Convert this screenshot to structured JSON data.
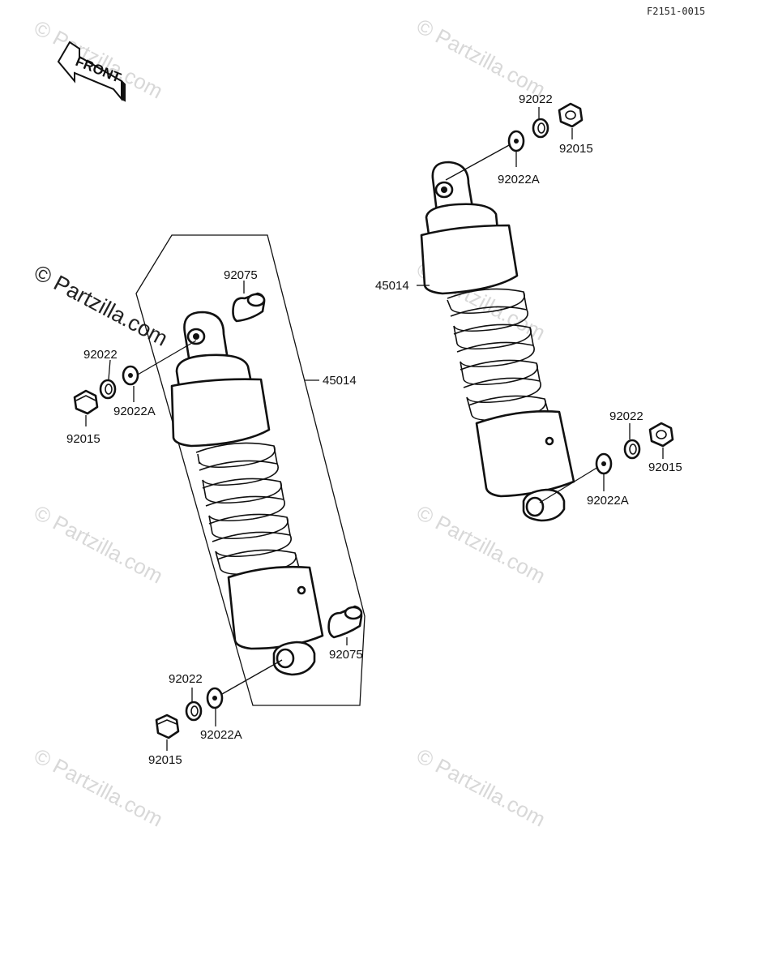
{
  "diagram": {
    "ref_code": "F2151-0015",
    "front_label": "FRONT",
    "watermark": "© Partzilla.com",
    "labels": {
      "left_top_bushing": "92075",
      "left_assembly": "45014",
      "left_top_collar": "92022",
      "left_top_washer": "92022A",
      "left_top_nut": "92015",
      "left_bottom_bushing": "92075",
      "left_bottom_collar": "92022",
      "left_bottom_washer": "92022A",
      "left_bottom_nut": "92015",
      "right_top_collar": "92022",
      "right_top_nut": "92015",
      "right_top_washer": "92022A",
      "right_assembly": "45014",
      "right_bottom_collar": "92022",
      "right_bottom_nut": "92015",
      "right_bottom_washer": "92022A"
    }
  }
}
